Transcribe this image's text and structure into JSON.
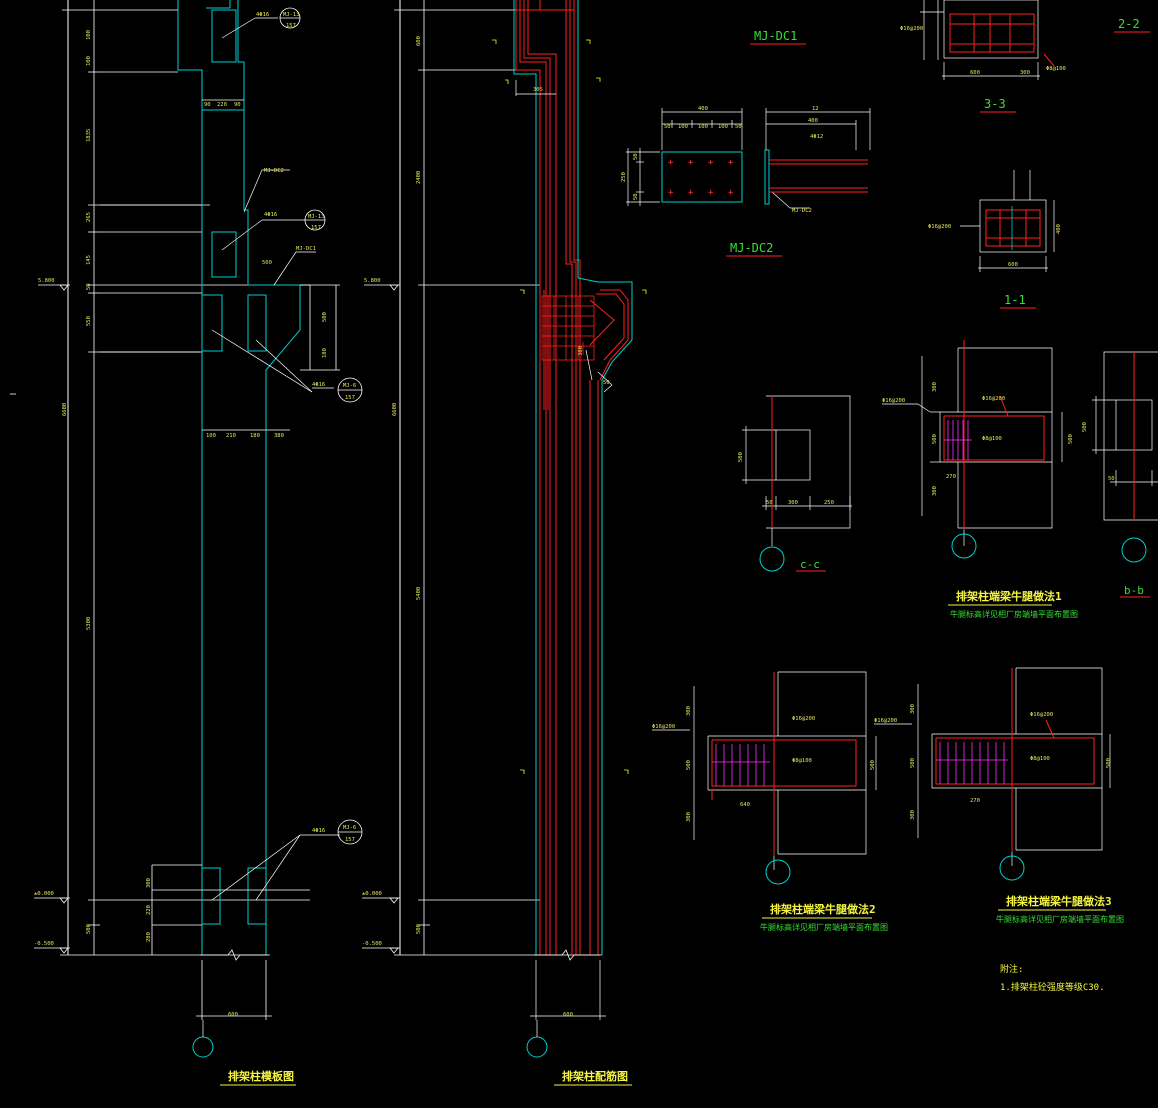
{
  "colors": {
    "background": "#000000",
    "concrete_outline": "#00d0d0",
    "dimension": "#ffffff",
    "rebar": "#ff2020",
    "stirrup": "#ff30ff",
    "text_yellow": "#f5f542",
    "text_green": "#35e035",
    "cyan_text": "#00e0e0"
  },
  "titles": {
    "column_template": "排架柱模板图",
    "column_reinforcement": "排架柱配筋图",
    "corbel_method_1": "排架柱端梁牛腿做法1",
    "corbel_method_1_note": "牛腿标高详见相厂房端墙平面布置图",
    "corbel_method_2": "排架柱端梁牛腿做法2",
    "corbel_method_2_note": "牛腿标高详见相厂房端墙平面布置图",
    "corbel_method_3": "排架柱端梁牛腿做法3",
    "corbel_method_3_note": "牛腿标高详见相厂房端墙平面布置图"
  },
  "sections": {
    "mj_dc1": "MJ-DC1",
    "mj_dc2": "MJ-DC2",
    "s22": "2-2",
    "s33": "3-3",
    "s11": "1-1",
    "cc": "c-c",
    "bb": "b-b"
  },
  "notes": {
    "heading": "附注:",
    "line1": "1.排架柱砼强度等级C30."
  },
  "elevations": {
    "e5800": "5.800",
    "e0": "±0.000",
    "e_neg500": "-0.500"
  },
  "embeds": {
    "mj13": "MJ-13",
    "mj13_ref": "157",
    "mj6": "MJ-6",
    "mj6_ref": "157",
    "mjdc2": "MJ-DC2",
    "mjdc1": "MJ-DC1",
    "bolt_note_1": "4Φ16",
    "bolt_note_2": "4Φ12"
  },
  "dims": {
    "left_vertical": [
      "100",
      "100",
      "1835",
      "265",
      "145",
      "50",
      "550",
      "6600",
      "5300",
      "300",
      "220",
      "280",
      "500"
    ],
    "left_horizontal": [
      "90",
      "220",
      "90",
      "100",
      "210",
      "180",
      "380",
      "500",
      "600"
    ],
    "mid_vertical": [
      "600",
      "2400",
      "6600",
      "5400",
      "500"
    ],
    "mid_horizontal": [
      "305",
      "600"
    ],
    "mj_dc2_top": [
      "400",
      "50",
      "100",
      "100",
      "100",
      "50"
    ],
    "mj_dc2_side": [
      "50",
      "250",
      "50"
    ],
    "mj_dc2_right": [
      "12",
      "400"
    ],
    "s33_dims": [
      "600",
      "300"
    ],
    "s11_dims": [
      "600",
      "400"
    ],
    "cc_dims": [
      "50",
      "300",
      "250"
    ],
    "corbel_dims": [
      "300",
      "500",
      "300",
      "640",
      "500",
      "270"
    ]
  },
  "labels": {
    "mj_plate": "MJ-DC2",
    "anchor_note": "Φ16@200",
    "stirrup_note": "Φ8@100"
  }
}
